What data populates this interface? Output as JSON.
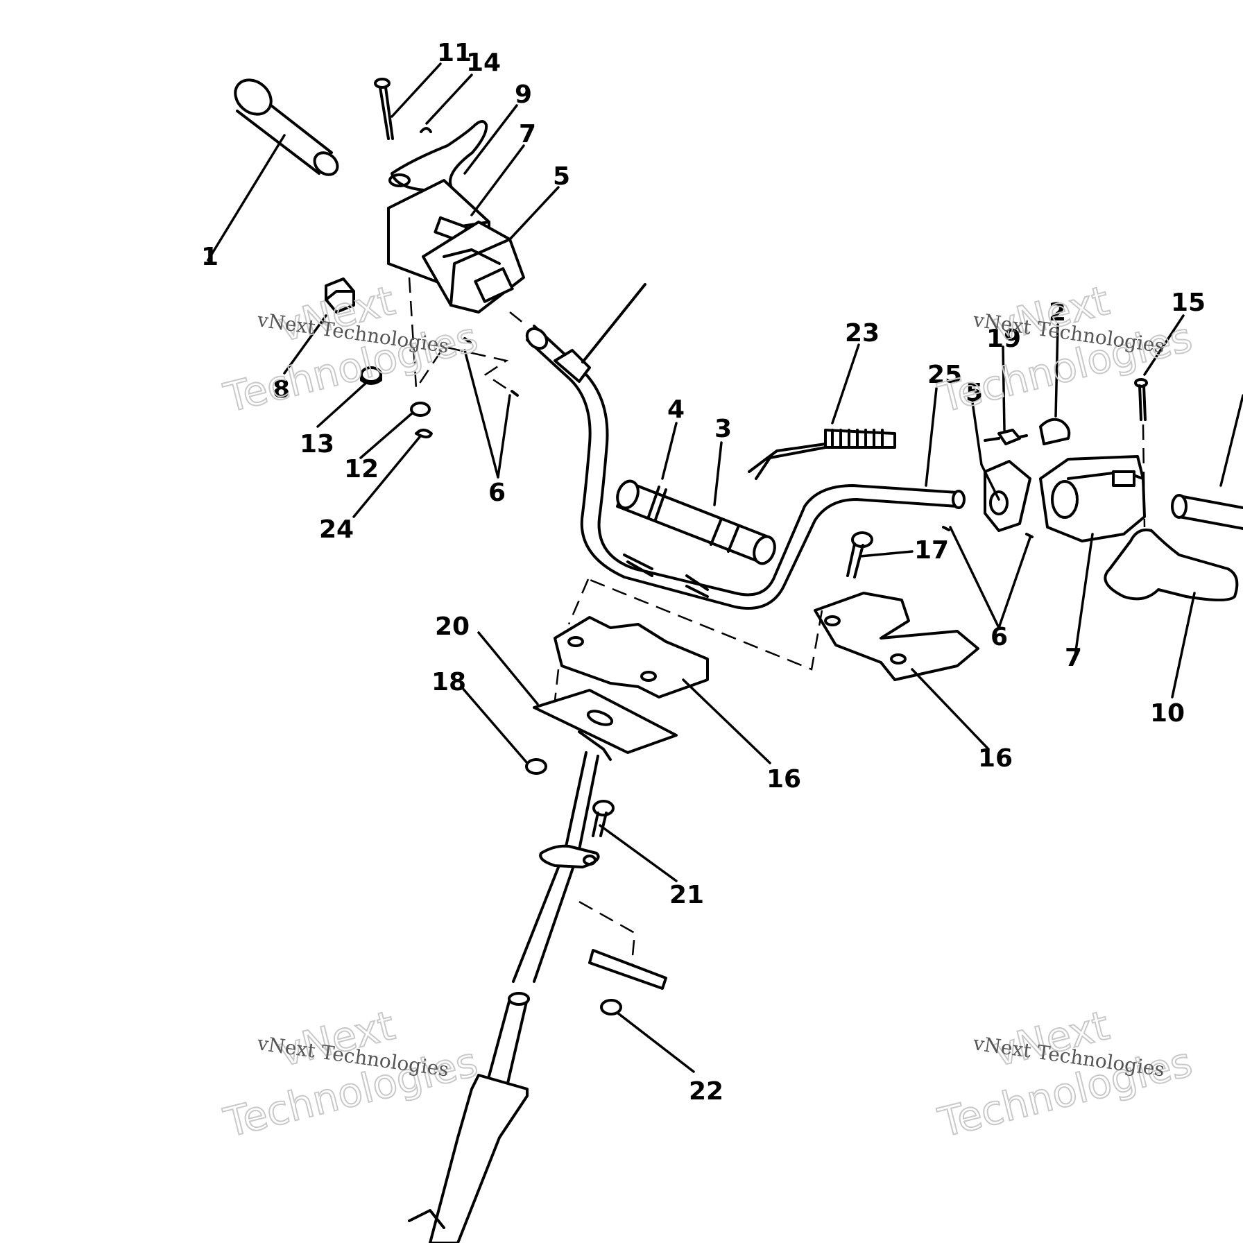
{
  "callouts": [
    {
      "id": "c1",
      "text": "1"
    },
    {
      "id": "c11",
      "text": "11"
    },
    {
      "id": "c14",
      "text": "14"
    },
    {
      "id": "c9",
      "text": "9"
    },
    {
      "id": "c7a",
      "text": "7"
    },
    {
      "id": "c5a",
      "text": "5"
    },
    {
      "id": "c8",
      "text": "8"
    },
    {
      "id": "c13",
      "text": "13"
    },
    {
      "id": "c12",
      "text": "12"
    },
    {
      "id": "c24",
      "text": "24"
    },
    {
      "id": "c6a",
      "text": "6"
    },
    {
      "id": "c4",
      "text": "4"
    },
    {
      "id": "c3",
      "text": "3"
    },
    {
      "id": "c23",
      "text": "23"
    },
    {
      "id": "c25",
      "text": "25"
    },
    {
      "id": "c5b",
      "text": "5"
    },
    {
      "id": "c19",
      "text": "19"
    },
    {
      "id": "c2",
      "text": "2"
    },
    {
      "id": "c15",
      "text": "15"
    },
    {
      "id": "c17",
      "text": "17"
    },
    {
      "id": "c6b",
      "text": "6"
    },
    {
      "id": "c7b",
      "text": "7"
    },
    {
      "id": "c10",
      "text": "10"
    },
    {
      "id": "c20",
      "text": "20"
    },
    {
      "id": "c18",
      "text": "18"
    },
    {
      "id": "c16a",
      "text": "16"
    },
    {
      "id": "c16b",
      "text": "16"
    },
    {
      "id": "c21",
      "text": "21"
    },
    {
      "id": "c22",
      "text": "22"
    }
  ],
  "watermark": {
    "line1": "vNext",
    "line2": "Technologies",
    "caption": "vNext Technologies"
  }
}
